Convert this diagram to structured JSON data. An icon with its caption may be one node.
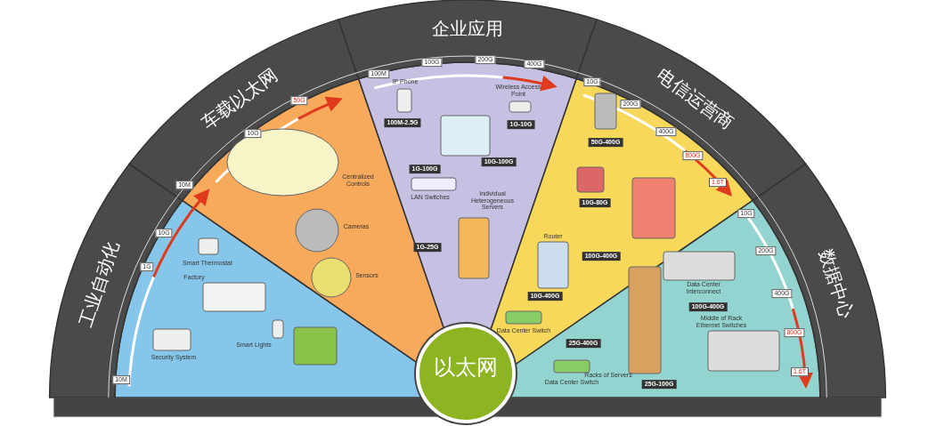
{
  "diagram": {
    "nodes": [
      {
        "text": [
          "以太网"
        ]
      }
    ],
    "labels": [
      "工业自动化",
      "10M",
      "1G",
      "10G",
      "Smart Thermostat",
      "Factory",
      "Security System",
      "Smart Lights",
      "车载以太网",
      "10M",
      "10G",
      "50G",
      "Centralized Controls",
      "Cameras",
      "Sensors",
      "企业应用",
      "100M",
      "100G",
      "200G",
      "400G",
      "IP Phone",
      "Wireless Access Point",
      "100M-2.5G",
      "1G-10G",
      "10G-100G",
      "1G-100G",
      "LAN Switches",
      "Individual Heterogeneous Servers",
      "1G-25G",
      "电信运营商",
      "10G",
      "200G",
      "400G",
      "800G",
      "1.6T",
      "50G-400G",
      "10G-80G",
      "Router",
      "100G-400G",
      "10G-400G",
      "Data Center Switch",
      "数据中心",
      "10G",
      "200G",
      "400G",
      "800G",
      "1.6T",
      "Data Center Interconnect",
      "100G-400G",
      "Middle of Rack Ethernet Switches",
      "25G-400G",
      "Data Center Switch",
      "Racks of Servers",
      "25G-100G"
    ]
  }
}
